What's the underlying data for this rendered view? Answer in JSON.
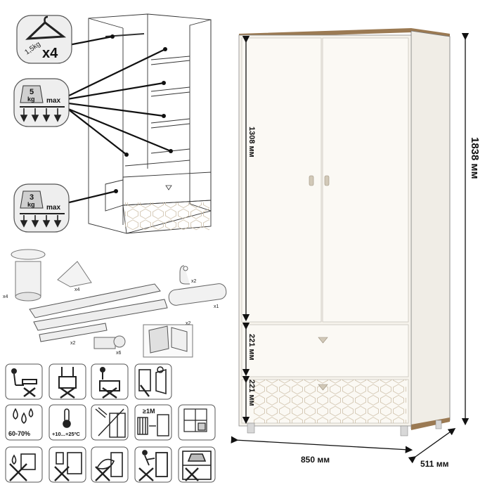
{
  "dimensions": {
    "height_total": "1838 мм",
    "height_upper": "1308 мм",
    "height_drawer_1": "221 мм",
    "height_drawer_2": "221 мм",
    "width": "850 мм",
    "depth": "511 мм"
  },
  "load_badges": {
    "hanger_weight": "1,5kg",
    "hanger_count": "x4",
    "shelf_weight_num": "5",
    "shelf_weight_unit": "kg",
    "shelf_max": "max",
    "drawer_weight_num": "3",
    "drawer_weight_unit": "kg",
    "drawer_max": "max"
  },
  "hardware": {
    "legs_count": "x4",
    "corner_count": "x4",
    "hook_count": "x2",
    "rod_count": "x1",
    "slides_count": "x2",
    "hinge_count": "x6",
    "bracket_count": "x2"
  },
  "care": {
    "humidity": "60-70%",
    "temperature": "+10...+25ºC",
    "distance": "≥1M"
  },
  "colors": {
    "body": "#f4f1ea",
    "wood_top": "#9b7a53",
    "line": "#2a2a2a",
    "hex": "#d9cfbf"
  }
}
